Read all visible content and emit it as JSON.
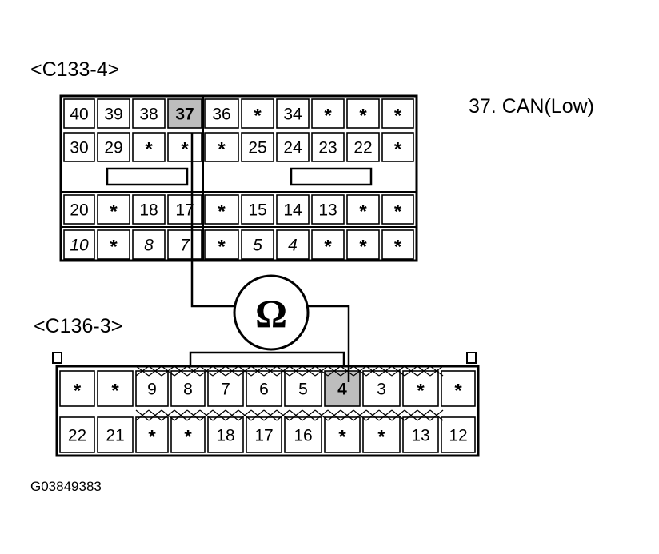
{
  "labels": {
    "connector_a": "<C133-4>",
    "connector_b": "<C136-3>",
    "pin_note": "37. CAN(Low)",
    "figure_code": "G03849383"
  },
  "meter_symbol": "Ω",
  "connector_a": {
    "rows": [
      [
        "40",
        "39",
        "38",
        "37",
        "36",
        "*",
        "34",
        "*",
        "*",
        "*"
      ],
      [
        "30",
        "29",
        "*",
        "*",
        "*",
        "25",
        "24",
        "23",
        "22",
        "*"
      ],
      [
        "20",
        "*",
        "18",
        "17",
        "*",
        "15",
        "14",
        "13",
        "*",
        "*"
      ],
      [
        "10",
        "*",
        "8",
        "7",
        "*",
        "5",
        "4",
        "*",
        "*",
        "*"
      ]
    ],
    "highlighted_pin": "37"
  },
  "connector_b": {
    "rows": [
      [
        "*",
        "*",
        "9",
        "8",
        "7",
        "6",
        "5",
        "4",
        "3",
        "*",
        "*"
      ],
      [
        "22",
        "21",
        "*",
        "*",
        "18",
        "17",
        "16",
        "*",
        "*",
        "13",
        "12"
      ]
    ],
    "highlighted_pin": "4"
  },
  "colors": {
    "line": "#000000",
    "highlight": "#bdbdbd",
    "background": "#ffffff"
  }
}
